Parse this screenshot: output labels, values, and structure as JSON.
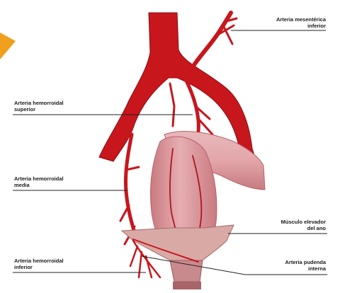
{
  "diagram": {
    "labels": {
      "mesenterica": [
        "Arteria mesentérica",
        "inferior"
      ],
      "superior": [
        "Arteria hemorroidal",
        "superior"
      ],
      "media": [
        "Arteria hemorroidal",
        "media"
      ],
      "elevador": [
        "Músculo elevador",
        "del ano"
      ],
      "hem_inferior": [
        "Arteria hemorroidal",
        "inferior"
      ],
      "pudenda": [
        "Arteria pudenda",
        "interna"
      ]
    },
    "colors": {
      "artery": "#c8161d",
      "artery_dark": "#8e0d12",
      "rectum": "#e0a0a4",
      "rectum_shade": "#c97a80",
      "muscle": "#d9a9a6",
      "accent_arrow": "#f0a01c"
    }
  }
}
